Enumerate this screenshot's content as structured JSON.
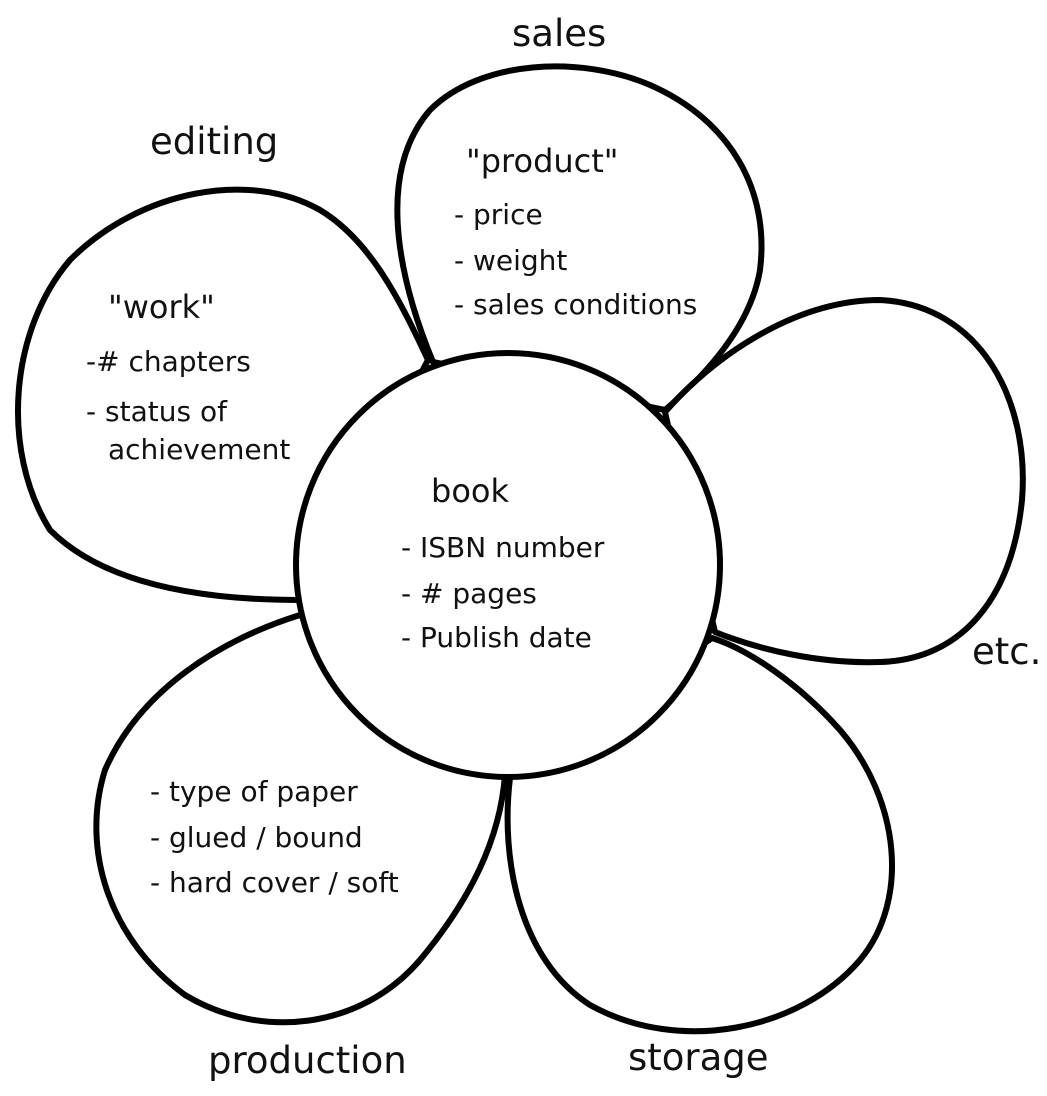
{
  "center": {
    "title": "book",
    "items": [
      "- ISBN number",
      "- #   pages",
      "- Publish date"
    ]
  },
  "petals": {
    "sales": {
      "label": "sales",
      "heading": "\"product\"",
      "items": [
        "- price",
        "- weight",
        "- sales conditions"
      ]
    },
    "editing": {
      "label": "editing",
      "heading": "\"work\"",
      "items": [
        "-# chapters",
        "- status of",
        "achievement"
      ]
    },
    "etc": {
      "label": "etc."
    },
    "production": {
      "label": "production",
      "items": [
        "- type of paper",
        "- glued / bound",
        "- hard cover / soft"
      ]
    },
    "storage": {
      "label": "storage"
    }
  },
  "colors": {
    "stroke": "#000000",
    "fill": "#ffffff",
    "text": "#111111"
  }
}
